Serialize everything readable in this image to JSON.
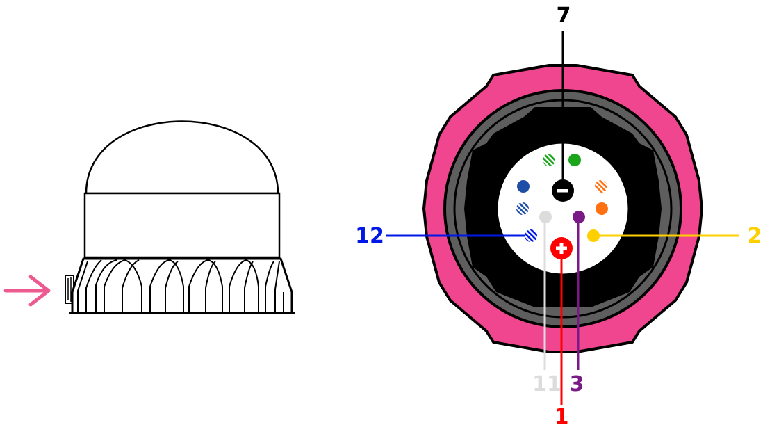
{
  "side_view": {
    "arrow_color": "#ec5a8f"
  },
  "connector": {
    "outer_ring_color": "#f0468f",
    "inner_ring_color": "#5e5e5e",
    "core_color": "#000000",
    "face_color": "#ffffff"
  },
  "pins": [
    {
      "id": "pin-7",
      "number": "7",
      "color": "#000000",
      "symbol": "−"
    },
    {
      "id": "pin-1",
      "number": "1",
      "color": "#ff0000",
      "symbol": "+"
    },
    {
      "id": "pin-2",
      "number": "2",
      "color": "#ffd000"
    },
    {
      "id": "pin-3",
      "number": "3",
      "color": "#7a1a86"
    },
    {
      "id": "pin-11",
      "number": "11",
      "color": "#dcdcdc"
    },
    {
      "id": "pin-12",
      "number": "12",
      "color": "#0018e6"
    }
  ],
  "unlabeled_pins": [
    {
      "id": "pin-green-striped",
      "color": "#1aa51a",
      "striped": true
    },
    {
      "id": "pin-green",
      "color": "#1aa51a",
      "striped": false
    },
    {
      "id": "pin-blue",
      "color": "#1f4ea8",
      "striped": false
    },
    {
      "id": "pin-orange-striped",
      "color": "#ff7010",
      "striped": true
    },
    {
      "id": "pin-blue-striped",
      "color": "#1f4ea8",
      "striped": true
    },
    {
      "id": "pin-orange",
      "color": "#ff7010",
      "striped": false
    }
  ]
}
